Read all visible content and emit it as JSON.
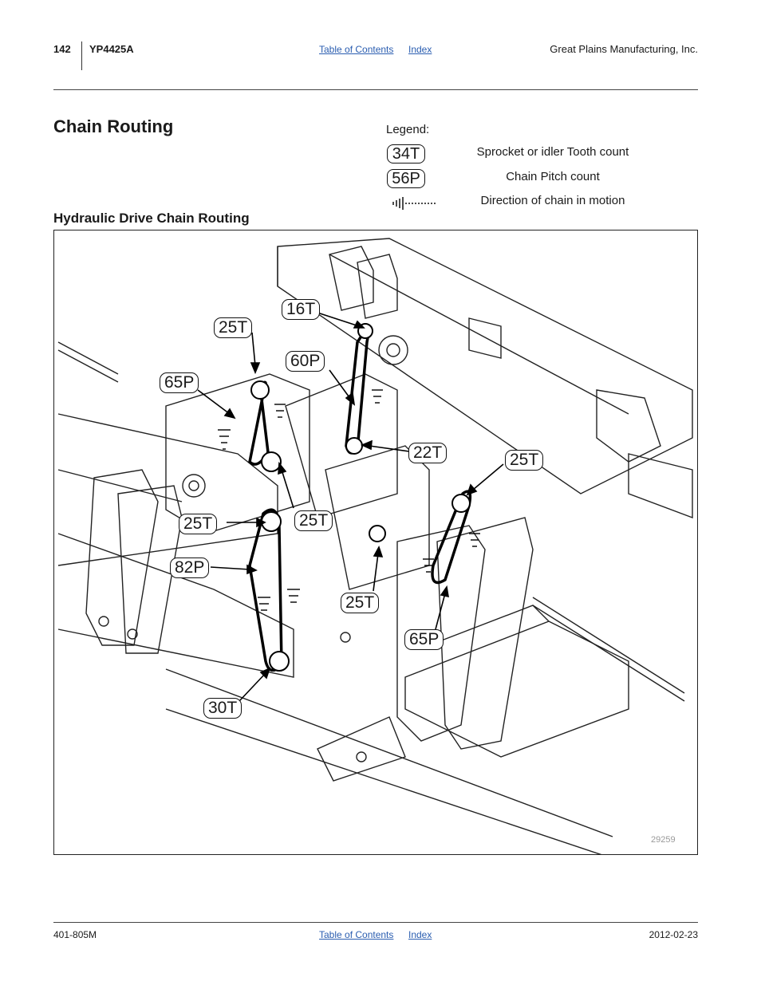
{
  "header": {
    "page_number": "142",
    "model": "YP4425A",
    "toc_link": "Table of Contents",
    "index_link": "Index",
    "company": "Great Plains Manufacturing, Inc."
  },
  "section": {
    "title": "Chain Routing",
    "subtitle": "Hydraulic Drive Chain Routing"
  },
  "legend": {
    "label": "Legend:",
    "items": [
      {
        "symbol": "34T",
        "description": "Sprocket or idler Tooth count"
      },
      {
        "symbol": "56P",
        "description": "Chain Pitch count"
      },
      {
        "symbol": "",
        "description": "Direction of chain in motion"
      }
    ]
  },
  "figure": {
    "callouts": [
      "16T",
      "25T",
      "60P",
      "65P",
      "22T",
      "25T",
      "25T",
      "25T",
      "82P",
      "25T",
      "65P",
      "30T"
    ],
    "figure_number": "29259"
  },
  "footer": {
    "doc_number": "401-805M",
    "toc_link": "Table of Contents",
    "index_link": "Index",
    "date": "2012-02-23"
  }
}
